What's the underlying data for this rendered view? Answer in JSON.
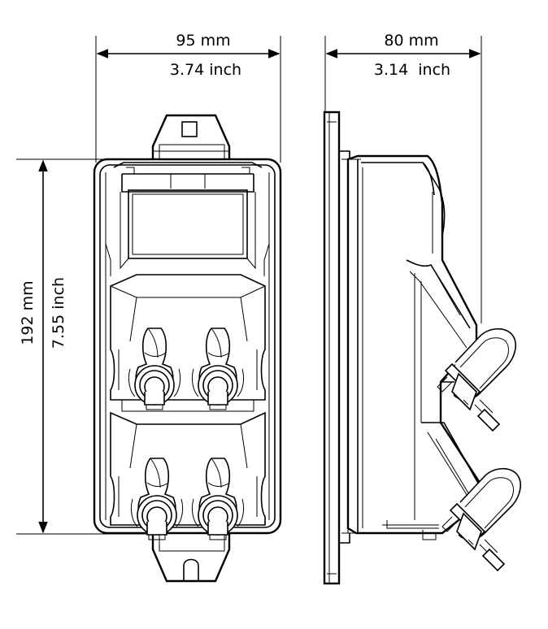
{
  "dimensions": {
    "front_width": {
      "metric": "95 mm",
      "imperial": "3.74 inch"
    },
    "side_depth": {
      "metric": "80 mm",
      "imperial": "3.14  inch"
    },
    "height": {
      "metric": "192 mm",
      "imperial": "7.55 inch"
    }
  }
}
